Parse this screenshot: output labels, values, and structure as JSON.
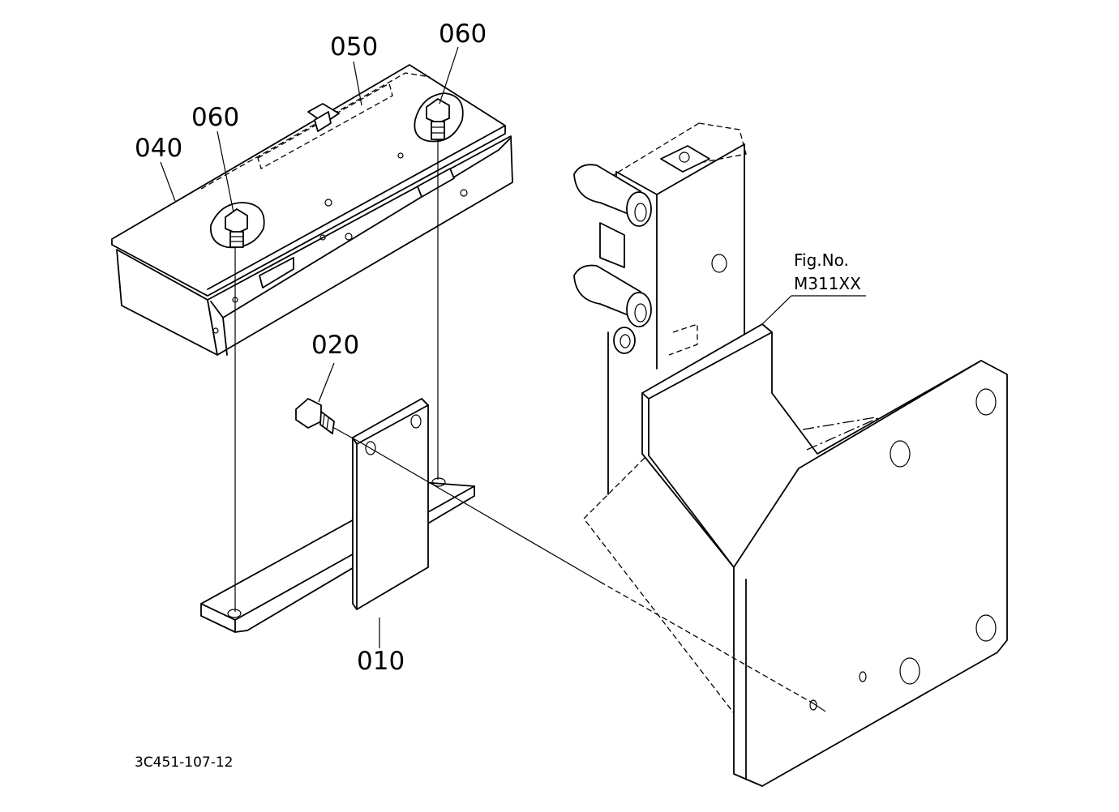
{
  "diagram": {
    "parts": {
      "p010": "010",
      "p020": "020",
      "p040": "040",
      "p050": "050",
      "p060a": "060",
      "p060b": "060"
    },
    "figure_ref": {
      "line1": "Fig.No.",
      "line2": "M311XX"
    },
    "drawing_code": "3C451-107-12"
  }
}
